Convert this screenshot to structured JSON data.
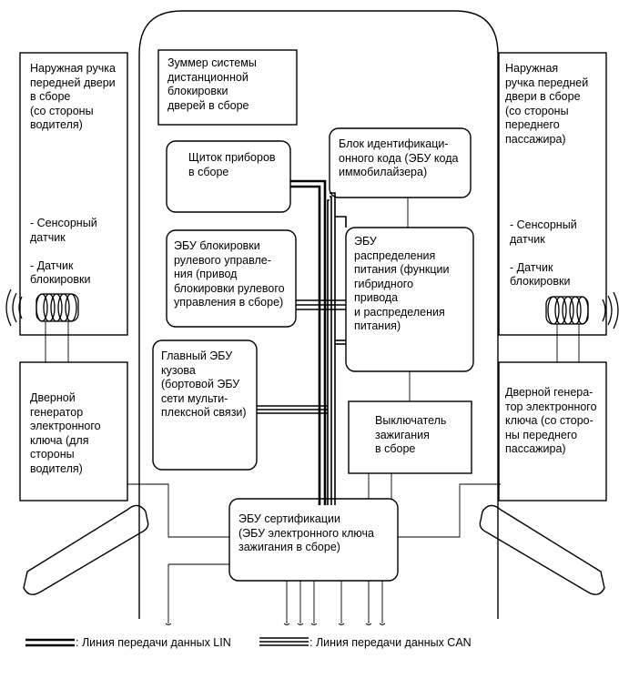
{
  "boxes": {
    "outer_handle_driver": "Наружная ручка\nпередней двери\nв сборе\n(со стороны\nводителя)",
    "outer_handle_driver_sensors": "- Сенсорный\nдатчик\n\n- Датчик\nблокировки",
    "buzzer": "Зуммер системы\nдистанционной\nблокировки\nдверей в сборе",
    "outer_handle_passenger": "Наружная\nручка передней\nдвери в сборе\n(со стороны\nпереднего\nпассажира)",
    "outer_handle_passenger_sensors": "- Сенсорный\nдатчик\n\n- Датчик\nблокировки",
    "instrument_panel": "Щиток приборов\nв сборе",
    "immobilizer": "Блок идентификаци-\nонного кода (ЭБУ кода\nиммобилайзера)",
    "steering_lock": "ЭБУ блокировки\nрулевого управле-\nния (привод\nблокировки рулевого\nуправления в сборе)",
    "power_ecu": "ЭБУ\nраспределения\nпитания (функции\nгибридного\nпривода\nи распределения\nпитания)",
    "main_body_ecu": "Главный ЭБУ\nкузова\n(бортовой ЭБУ\nсети мульти-\nплексной связи)",
    "ignition_switch": "Выключатель\nзажигания\nв сборе",
    "door_osc_driver": "Дверной\nгенератор\nэлектронного\nключа (для\nстороны\nводителя)",
    "door_osc_passenger": "Дверной генера-\nтор электронного\nключа (со сторо-\nны переднего\nпассажира)",
    "certification_ecu": "ЭБУ сертификации\n(ЭБУ электронного ключа\nзажигания в сборе)"
  },
  "legend": {
    "lin_label": ": Линия передачи данных LIN",
    "can_label": ": Линия передачи данных CAN"
  }
}
